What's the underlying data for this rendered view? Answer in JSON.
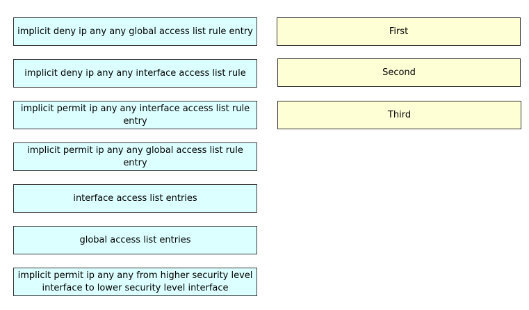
{
  "colors": {
    "option_fill": "#dcffff",
    "target_fill": "#ffffd6",
    "border": "#333333"
  },
  "options": [
    {
      "label": "implicit deny ip any any global access list rule entry"
    },
    {
      "label": "implicit deny ip any any interface access list rule"
    },
    {
      "label": "implicit permit ip any any interface access list rule entry"
    },
    {
      "label": "implicit permit ip any any global access list rule entry"
    },
    {
      "label": "interface access list entries"
    },
    {
      "label": "global access list entries"
    },
    {
      "label": "implicit permit ip any any from higher security level interface to lower security level interface"
    }
  ],
  "targets": [
    {
      "label": "First"
    },
    {
      "label": "Second"
    },
    {
      "label": "Third"
    }
  ]
}
